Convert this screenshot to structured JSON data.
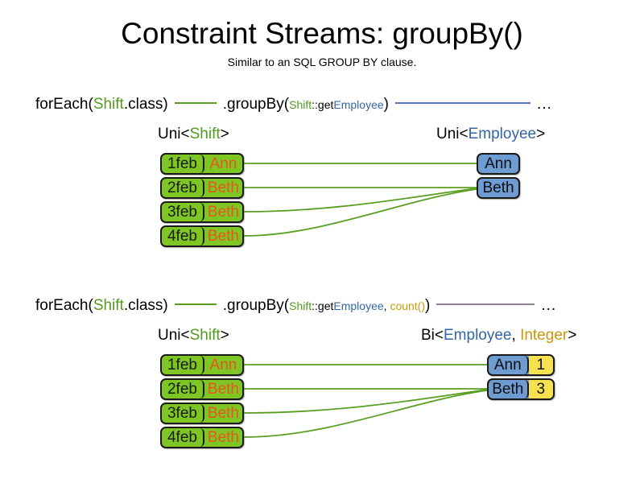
{
  "header": {
    "title": "Constraint Streams: groupBy()",
    "subtitle": "Similar to an SQL GROUP BY clause."
  },
  "colors": {
    "shift_green": "#7dc623",
    "employee_blue": "#6e9bd1",
    "count_yellow": "#f7e14e",
    "name_orange": "#e8561e",
    "keyword_green": "#4f9c1d",
    "keyword_blue": "#3465a4",
    "keyword_gold": "#c9980a",
    "link_green": "#5a9e21",
    "link_blue": "#5577b5",
    "link_purple": "#9b7b9b",
    "background": "#ffffff",
    "text": "#000000"
  },
  "sections": [
    {
      "id": "groupby-simple",
      "pipeline": {
        "for_each_prefix": "forEach(",
        "for_each_type": "Shift",
        "for_each_suffix": ".class)",
        "group_by_prefix": ".groupBy(",
        "mapper_owner": "Shift",
        "mapper_sep": "::get",
        "mapper_prop": "Employee",
        "group_by_suffix": ")",
        "ellipsis": "..."
      },
      "left_label": {
        "prefix": "Uni<",
        "type": "Shift",
        "suffix": ">"
      },
      "right_label": {
        "prefix": "Uni<",
        "type": "Employee",
        "suffix": ">"
      },
      "left_rows": [
        {
          "date": "1feb",
          "name": "Ann"
        },
        {
          "date": "2feb",
          "name": "Beth"
        },
        {
          "date": "3feb",
          "name": "Beth"
        },
        {
          "date": "4feb",
          "name": "Beth"
        }
      ],
      "right_rows": [
        {
          "employee": "Ann"
        },
        {
          "employee": "Beth"
        }
      ]
    },
    {
      "id": "groupby-count",
      "pipeline": {
        "for_each_prefix": "forEach(",
        "for_each_type": "Shift",
        "for_each_suffix": ".class)",
        "group_by_prefix": ".groupBy(",
        "mapper_owner": "Shift",
        "mapper_sep": "::get",
        "mapper_prop": "Employee",
        "mapper_comma": ", ",
        "collector": "count()",
        "group_by_suffix": ")",
        "ellipsis": "..."
      },
      "left_label": {
        "prefix": "Uni<",
        "type": "Shift",
        "suffix": ">"
      },
      "right_label": {
        "prefix": "Bi<",
        "type": "Employee",
        "separator": ", ",
        "type2": "Integer",
        "suffix": ">"
      },
      "left_rows": [
        {
          "date": "1feb",
          "name": "Ann"
        },
        {
          "date": "2feb",
          "name": "Beth"
        },
        {
          "date": "3feb",
          "name": "Beth"
        },
        {
          "date": "4feb",
          "name": "Beth"
        }
      ],
      "right_rows": [
        {
          "employee": "Ann",
          "count": "1"
        },
        {
          "employee": "Beth",
          "count": "3"
        }
      ]
    }
  ]
}
